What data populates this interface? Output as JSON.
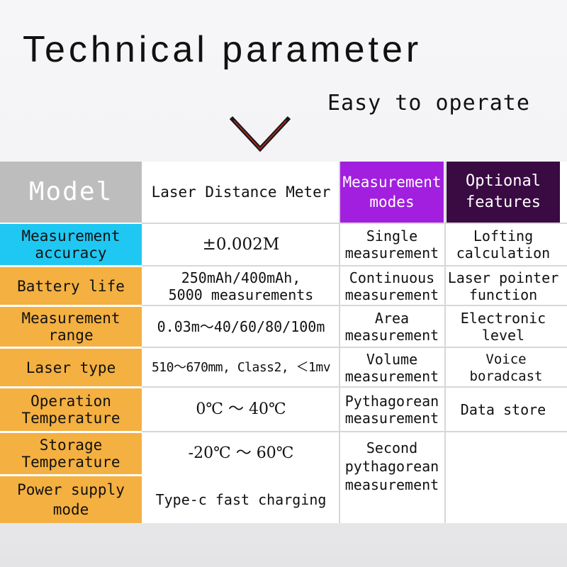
{
  "title": "Technical parameter",
  "subtitle": "Easy to operate",
  "headers": {
    "model": "Model",
    "product": "Laser Distance Meter",
    "modes": "Measurement\nmodes",
    "features": "Optional\nfeatures"
  },
  "specs": [
    {
      "label": "Measurement\naccuracy",
      "value": "±0.002M"
    },
    {
      "label": "Battery life",
      "value": "250mAh/400mAh,\n5000 measurements"
    },
    {
      "label": "Measurement\nrange",
      "value": "0.03m～40/60/80/100m"
    },
    {
      "label": "Laser type",
      "value": "510～670mm, Class2, ＜1mv"
    },
    {
      "label": "Operation\nTemperature",
      "value": "0℃ ～ 40℃"
    },
    {
      "label": "Storage\nTemperature",
      "value": "-20℃ ～ 60℃"
    },
    {
      "label": "Power supply\nmode",
      "value": "Type-c fast charging"
    }
  ],
  "modes": [
    "Single\nmeasurement",
    "Continuous\nmeasurement",
    "Area\nmeasurement",
    "Volume\nmeasurement",
    "Pythagorean\nmeasurement",
    "Second\npythagorean\nmeasurement"
  ],
  "features": [
    "Lofting\ncalculation",
    "Laser pointer\nfunction",
    "Electronic\nlevel",
    "Voice boradcast",
    "Data store"
  ],
  "colors": {
    "label_bg": "#f4b041",
    "accuracy_bg": "#1fc8f3",
    "model_bg": "#bdbdbd",
    "modes_bg": "#a21fe0",
    "features_bg": "#3a0a43"
  }
}
